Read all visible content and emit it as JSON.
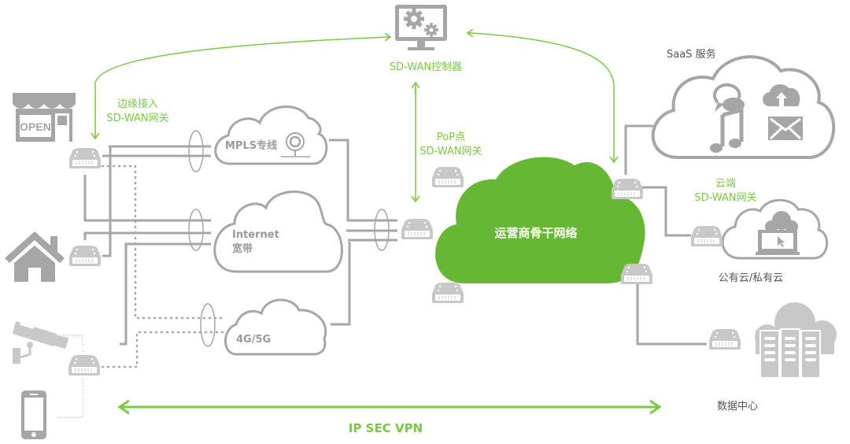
{
  "diagram": {
    "title": "SD-WAN Network Architecture",
    "colors": {
      "accent_green": "#7ac943",
      "backbone_green": "#66b832",
      "line_gray": "#a6a6a6",
      "icon_gray": "#a6a6a6",
      "device_gray": "#c8c8c8"
    },
    "controller": {
      "label": "SD-WAN控制器",
      "icon": "monitor-gears-icon"
    },
    "edge_gateway": {
      "line1": "边缘接入",
      "line2": "SD-WAN网关"
    },
    "pop_gateway": {
      "line1": "PoP点",
      "line2": "SD-WAN网关"
    },
    "cloud_gateway": {
      "line1": "云端",
      "line2": "SD-WAN网关"
    },
    "backbone": {
      "label": "运营商骨干网络"
    },
    "transports": [
      {
        "id": "mpls",
        "label": "MPLS专线"
      },
      {
        "id": "internet",
        "line1": "Internet",
        "line2": "宽带"
      },
      {
        "id": "cellular",
        "label": "4G/5G"
      }
    ],
    "destinations": {
      "saas": {
        "label": "SaaS 服务"
      },
      "cloud": {
        "label": "公有云/私有云"
      },
      "datacenter": {
        "label": "数据中心"
      }
    },
    "branches": [
      {
        "id": "store",
        "icon": "store-open-icon",
        "sign": "OPEN"
      },
      {
        "id": "home",
        "icon": "house-icon"
      },
      {
        "id": "iot",
        "icons": [
          "camera-icon",
          "phone-icon"
        ]
      }
    ],
    "vpn": {
      "label": "IP SEC VPN"
    }
  }
}
